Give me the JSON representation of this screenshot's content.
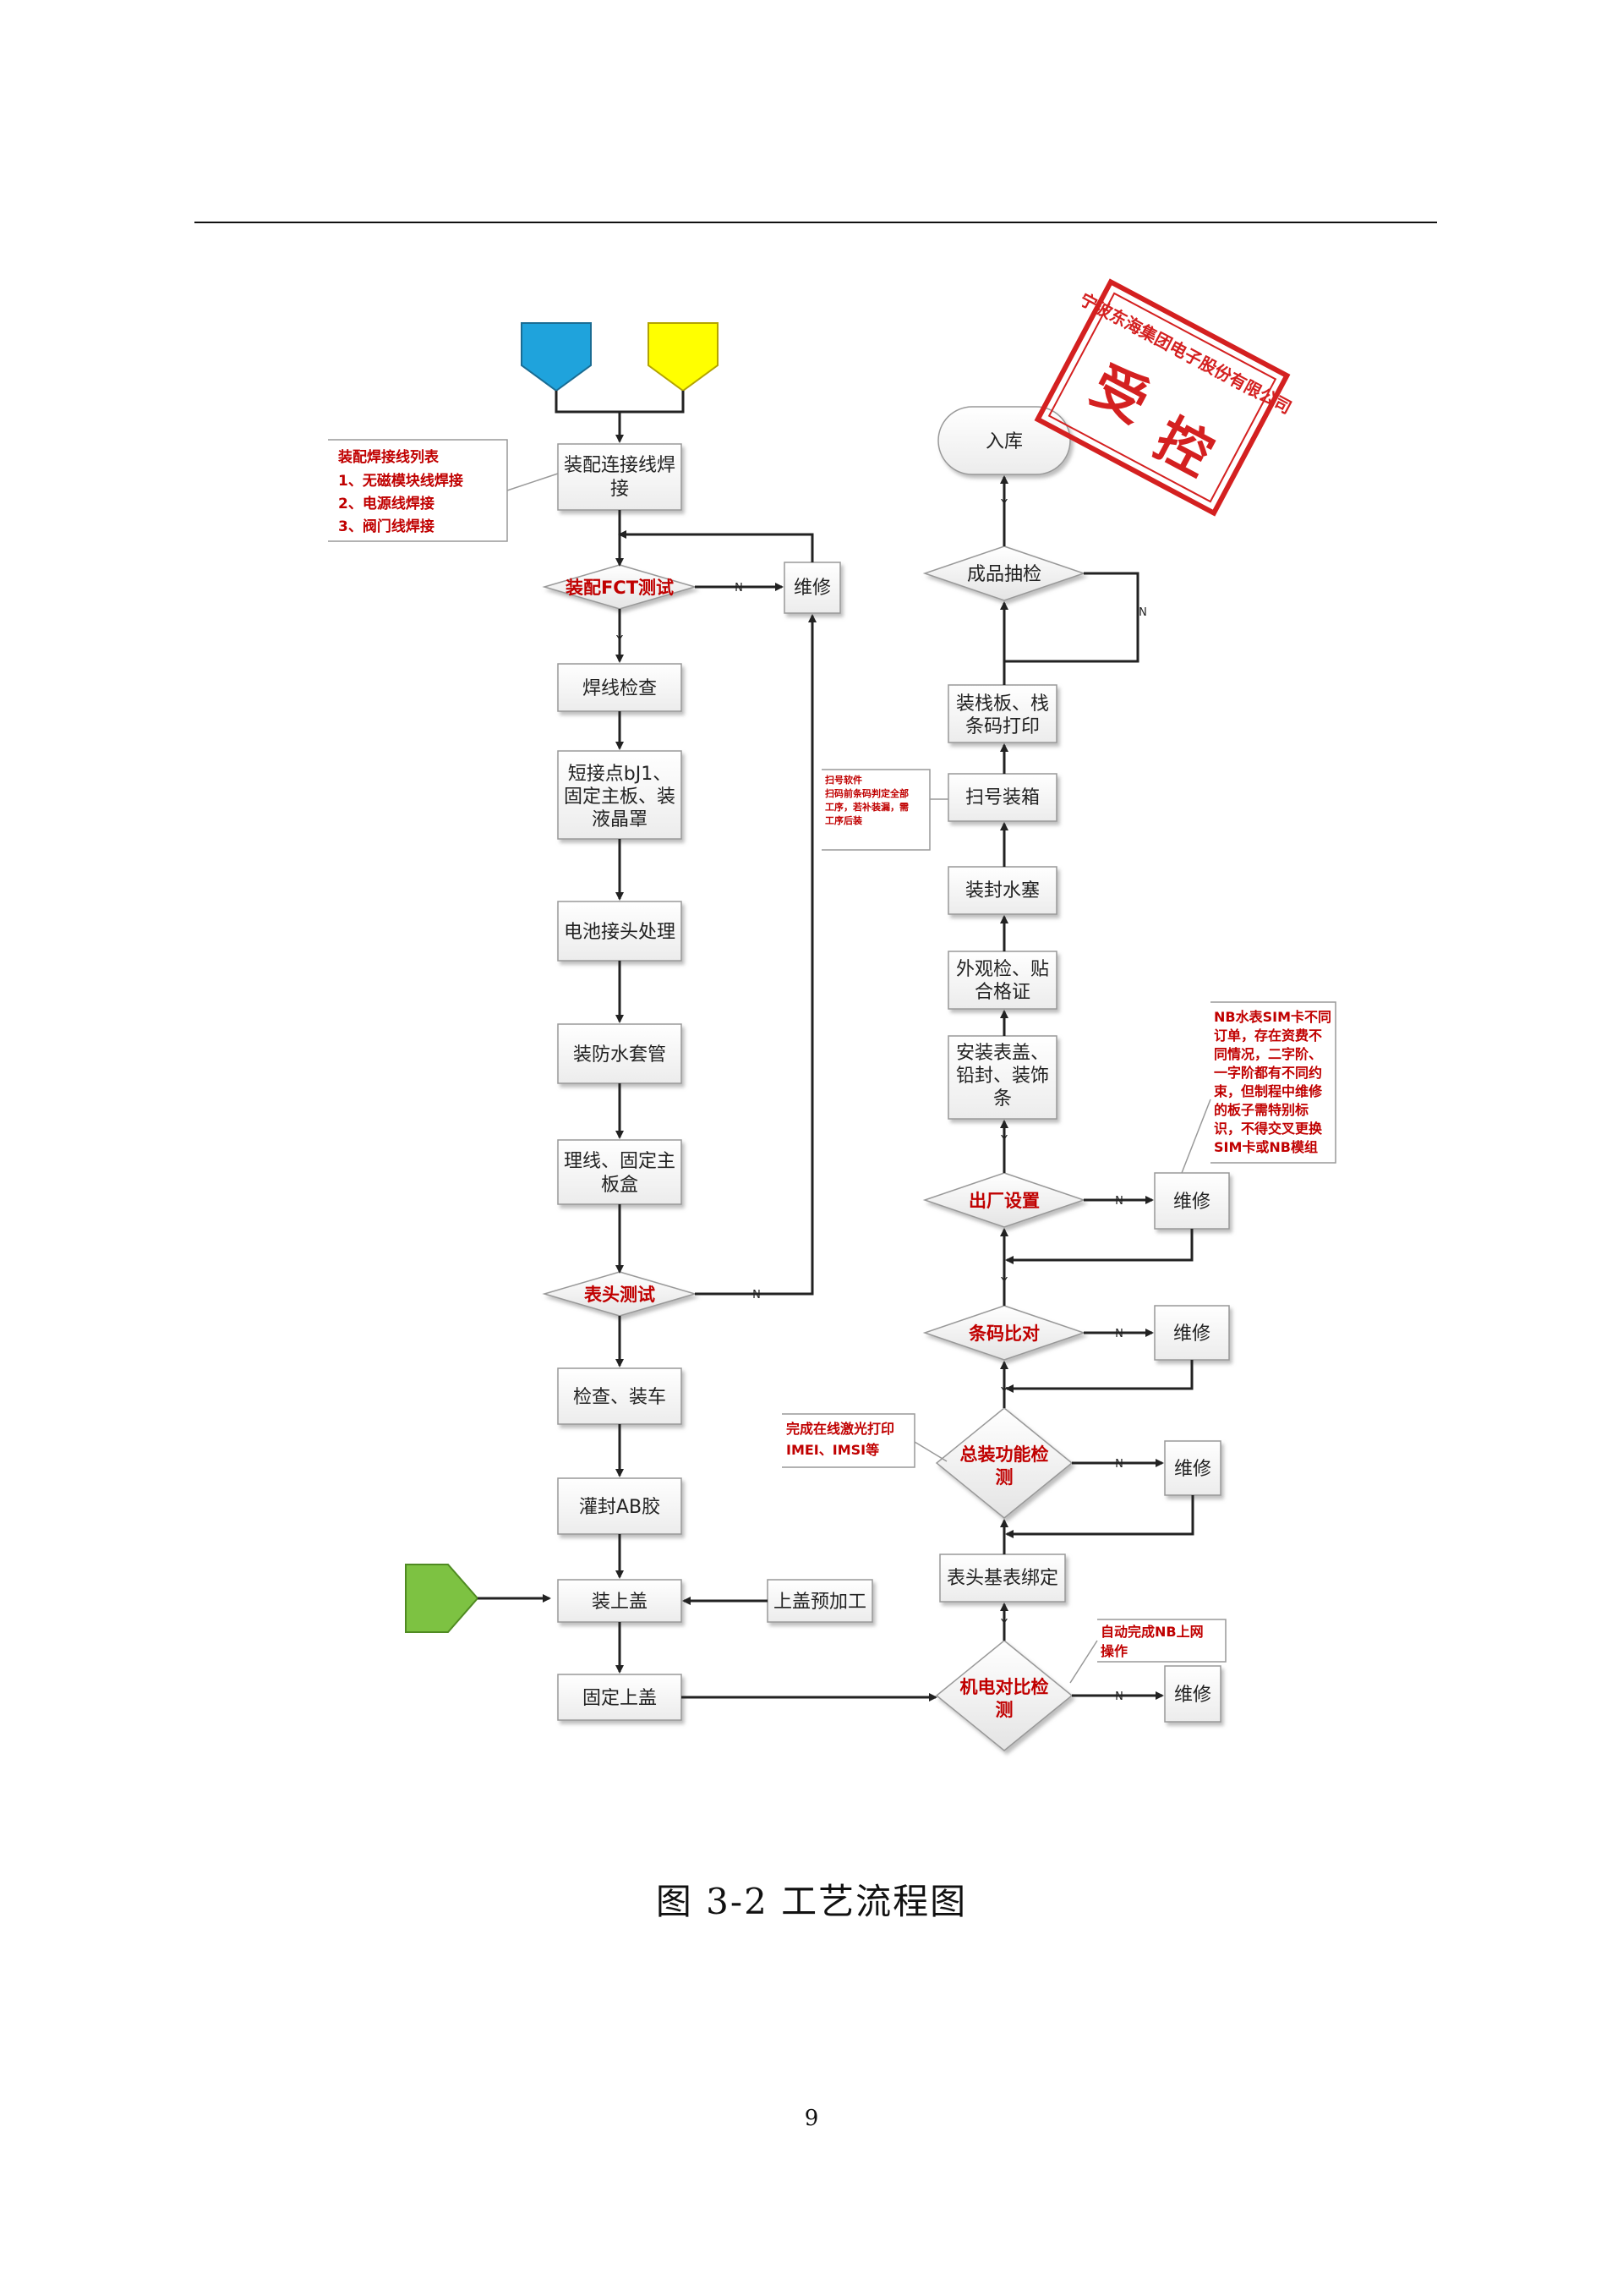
{
  "diagram": {
    "left": {
      "weld_assembly": [
        "装配连接线焊",
        "接"
      ],
      "fct_test": "装配FCT测试",
      "repair_1": "维修",
      "weld_check": "焊线检查",
      "short_point": [
        "短接点bJ1、",
        "固定主板、装",
        "液晶罩"
      ],
      "battery": "电池接头处理",
      "waterproof_sleeve": "装防水套管",
      "route_wire": [
        "理线、固定主",
        "板盒"
      ],
      "head_test": "表头测试",
      "check_car": "检查、装车",
      "ab_glue": "灌封AB胶",
      "cover": "装上盖",
      "cover_prep": "上盖预加工",
      "fix_cover": "固定上盖"
    },
    "right": {
      "warehouse": "入库",
      "sample_check": "成品抽检",
      "pallet": [
        "装栈板、栈",
        "条码打印"
      ],
      "scan_pack": "扫号装箱",
      "water_plug": [
        "装封水塞"
      ],
      "appearance": [
        "外观检、贴",
        "合格证"
      ],
      "install_cover": [
        "安装表盖、",
        "铅封、装饰",
        "条"
      ],
      "factory_set": "出厂设置",
      "repair_2": "维修",
      "barcode_compare": "条码比对",
      "repair_3": "维修",
      "final_func": [
        "总装功能检",
        "测"
      ],
      "repair_4": "维修",
      "bind": "表头基表绑定",
      "em_compare": [
        "机电对比检",
        "测"
      ],
      "repair_5": "维修"
    },
    "notes": {
      "weld_list": [
        "装配焊接线列表",
        "1、无磁模块线焊接",
        "2、电源线焊接",
        "3、阀门线焊接"
      ],
      "scan_software": [
        "扫号软件",
        "扫码前条码判定全部",
        "工序，若补装漏，需",
        "工序后装"
      ],
      "nb_note": [
        "NB水表SIM卡不同",
        "订单，存在资费不",
        "同情况，二字阶、",
        "一字阶都有不同约",
        "束，但制程中维修",
        "的板子需特别标",
        "识，不得交叉更换",
        "SIM卡或NB模组"
      ],
      "laser_print": [
        "完成在线激光打印",
        "IMEI、IMSI等"
      ],
      "auto_nb": [
        "自动完成NB上网",
        "操作"
      ]
    },
    "labels": {
      "N": "N",
      "Y": "Y"
    },
    "stamp": {
      "company": "宁波东海集团电子股份有限公司",
      "text1": "受",
      "text2": "控"
    }
  },
  "caption": "图 3-2 工艺流程图",
  "page_number": "9",
  "colors": {
    "start_blue": "#1FA3DC",
    "start_yellow": "#FFFF00",
    "start_green": "#7DC242",
    "note_red": "#C00000",
    "stamp_red": "#D42020"
  }
}
